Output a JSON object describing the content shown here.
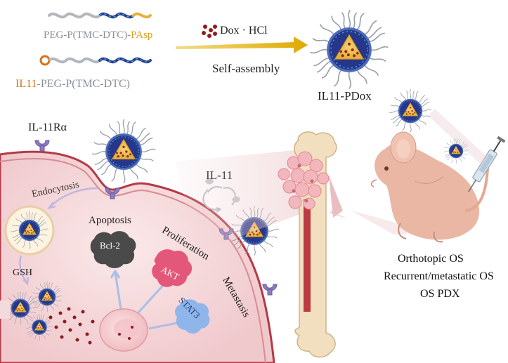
{
  "polymers": {
    "line1": {
      "part1": "PEG-P(TMC-DTC)-",
      "part2": "PAsp"
    },
    "line2": {
      "part1": "IL11",
      "part2": "-PEG-P(TMC-DTC)"
    }
  },
  "assembly": {
    "drug": "Dox · HCl",
    "process": "Self-assembly",
    "product": "IL11-PDox"
  },
  "cell": {
    "receptor": "IL-11Rα",
    "ligand": "IL-11",
    "endocytosis": "Endocytosis",
    "gsh": "GSH",
    "pathways": {
      "apoptosis": "Apoptosis",
      "bcl2": "Bcl-2",
      "proliferation": "Proliferation",
      "akt": "AKT",
      "metastasis": "Metastasis",
      "stat3": "STAT3"
    }
  },
  "models": [
    "Orthotopic OS",
    "Recurrent/metastatic OS",
    "OS PDX"
  ],
  "colors": {
    "peg_gray": "#9aa0a8",
    "backbone_blue": "#27368a",
    "pasp_gold": "#e2b23c",
    "il11_orange": "#d6731c",
    "dox_red": "#8e1c1c",
    "arrow_gold": "#e6b315",
    "cell_pink": "#f7e3e3",
    "membrane_red": "#b43a46",
    "receptor_purple": "#8e7bbd",
    "bcl2_gray": "#4a4a4a",
    "akt_pink": "#e2577a",
    "stat3_blue": "#8fb6ea",
    "mouse_skin": "#e9b7a4",
    "bone": "#f1dfc0"
  }
}
